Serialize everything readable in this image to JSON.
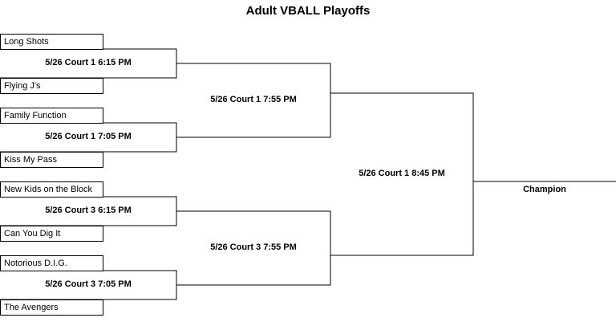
{
  "title": "Adult VBALL Playoffs",
  "round1": {
    "teams": [
      "Long Shots",
      "Flying J's",
      "Family Function",
      "Kiss My Pass",
      "New Kids on the Block",
      "Can You Dig It",
      "Notorious D.I.G.",
      "The Avengers"
    ],
    "matches": [
      "5/26 Court 1 6:15 PM",
      "5/26 Court 1 7:05 PM",
      "5/26 Court 3 6:15 PM",
      "5/26 Court 3 7:05 PM"
    ]
  },
  "round2": {
    "matches": [
      "5/26 Court 1 7:55 PM",
      "5/26 Court 3 7:55 PM"
    ]
  },
  "final": {
    "match": "5/26 Court 1 8:45 PM"
  },
  "champion_label": "Champion"
}
